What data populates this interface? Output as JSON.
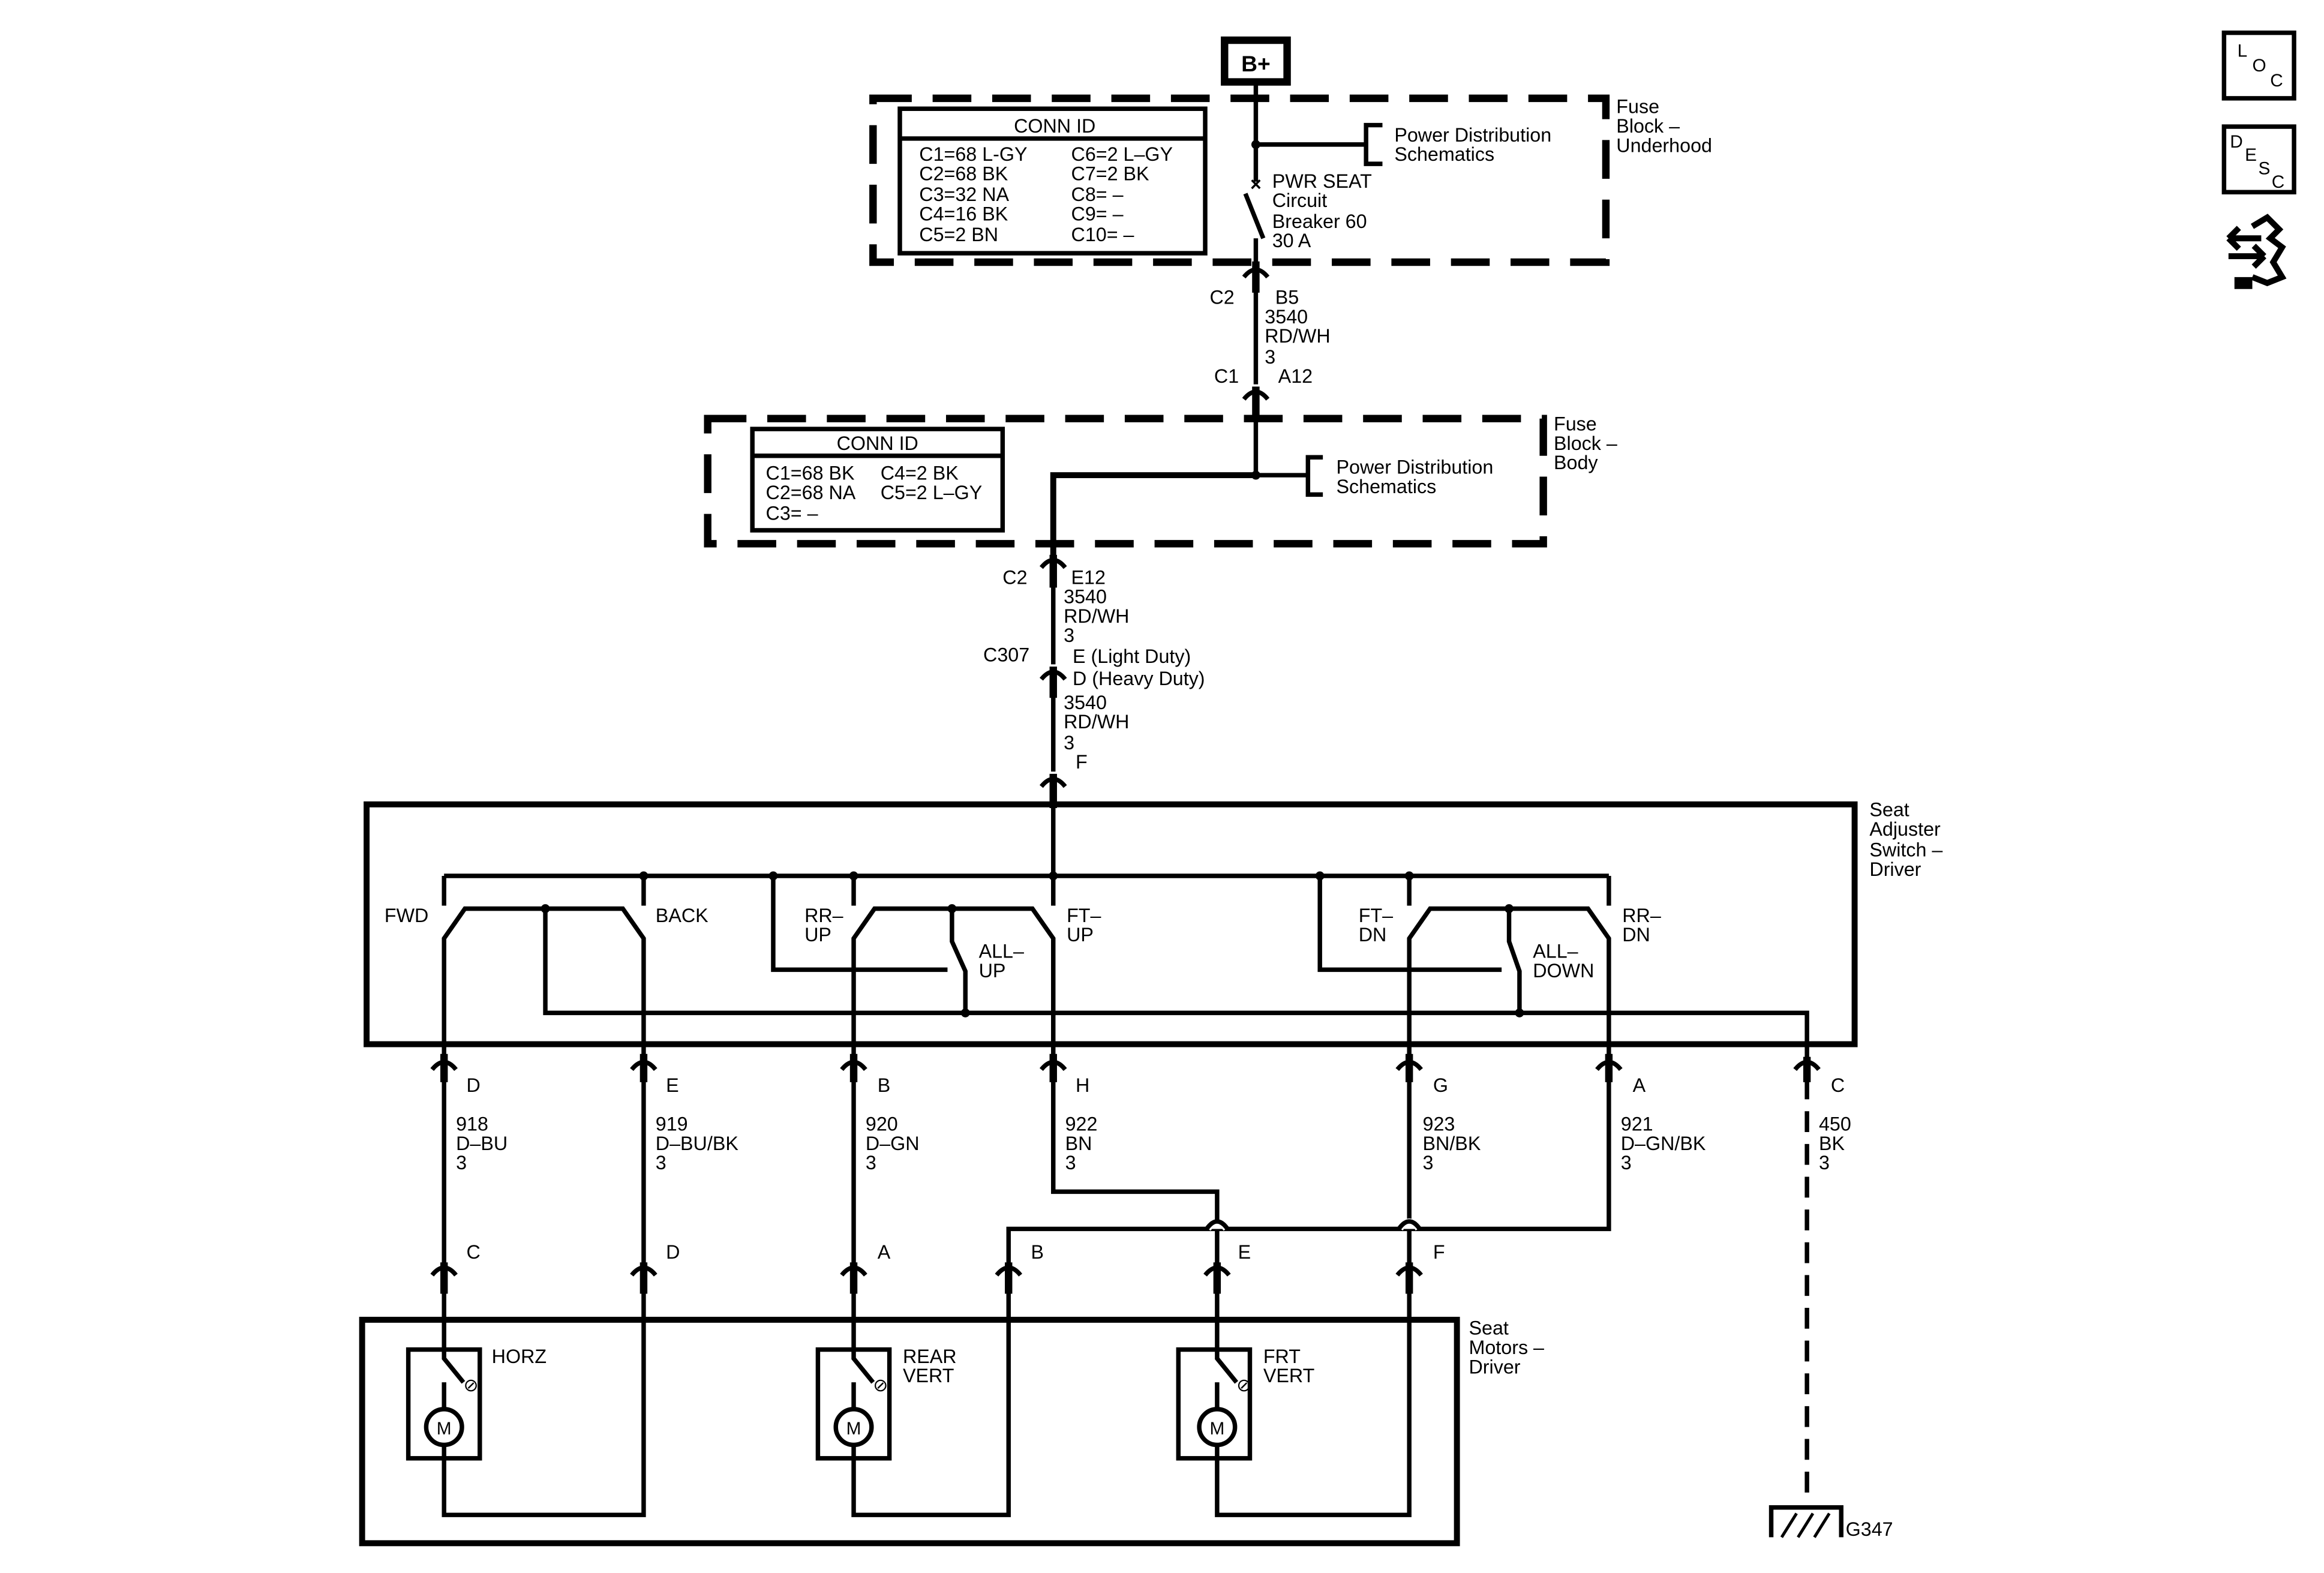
{
  "battery_label": "B+",
  "fuse_underhood": {
    "title": [
      "Fuse",
      "Block –",
      "Underhood"
    ],
    "conn_title": "CONN ID",
    "conn_left": [
      "C1=68 L-GY",
      "C2=68 BK",
      "C3=32 NA",
      "C4=16 BK",
      "C5=2 BN"
    ],
    "conn_right": [
      "C6=2 L–GY",
      "C7=2 BK",
      "C8= –",
      "C9= –",
      "C10= –"
    ],
    "pds": [
      "Power Distribution",
      "Schematics"
    ],
    "breaker": [
      "PWR SEAT",
      "Circuit",
      "Breaker 60",
      "30 A"
    ],
    "conn_c2": "C2",
    "pin_b5": "B5",
    "wire": [
      "3540",
      "RD/WH",
      "3"
    ],
    "conn_c1": "C1",
    "pin_a12": "A12"
  },
  "fuse_body": {
    "title": [
      "Fuse",
      "Block –",
      "Body"
    ],
    "conn_title": "CONN ID",
    "conn_left": [
      "C1=68 BK",
      "C2=68 NA",
      "C3= –"
    ],
    "conn_right": [
      "C4=2 BK",
      "C5=2 L–GY"
    ],
    "pds": [
      "Power Distribution",
      "Schematics"
    ],
    "conn_c2": "C2",
    "pin_e12": "E12",
    "wire": [
      "3540",
      "RD/WH",
      "3"
    ]
  },
  "inline": {
    "conn": "C307",
    "pin_e": "E (Light Duty)",
    "pin_d": "D (Heavy Duty)",
    "wire": [
      "3540",
      "RD/WH",
      "3"
    ],
    "pin_f": "F"
  },
  "switch": {
    "title": [
      "Seat",
      "Adjuster",
      "Switch –",
      "Driver"
    ],
    "labels": {
      "fwd": "FWD",
      "back": "BACK",
      "rr_up": [
        "RR–",
        "UP"
      ],
      "all_up": [
        "ALL–",
        "UP"
      ],
      "ft_up": [
        "FT–",
        "UP"
      ],
      "ft_dn": [
        "FT–",
        "DN"
      ],
      "all_down": [
        "ALL–",
        "DOWN"
      ],
      "rr_dn": [
        "RR–",
        "DN"
      ]
    },
    "pins": [
      "D",
      "E",
      "B",
      "H",
      "G",
      "A",
      "C"
    ],
    "wires": [
      [
        "918",
        "D–BU",
        "3"
      ],
      [
        "919",
        "D–BU/BK",
        "3"
      ],
      [
        "920",
        "D–GN",
        "3"
      ],
      [
        "922",
        "BN",
        "3"
      ],
      [
        "923",
        "BN/BK",
        "3"
      ],
      [
        "921",
        "D–GN/BK",
        "3"
      ],
      [
        "450",
        "BK",
        "3"
      ]
    ]
  },
  "motors": {
    "title": [
      "Seat",
      "Motors –",
      "Driver"
    ],
    "pins": [
      "C",
      "D",
      "A",
      "B",
      "E",
      "F"
    ],
    "horz": "HORZ",
    "rear": [
      "REAR",
      "VERT"
    ],
    "frt": [
      "FRT",
      "VERT"
    ],
    "m": "M"
  },
  "ground": "G347",
  "side_icons": {
    "loc": [
      "L",
      "O",
      "C"
    ],
    "desc": [
      "D",
      "E",
      "S",
      "C"
    ],
    "nav_icon": "connector-arrows-icon"
  }
}
